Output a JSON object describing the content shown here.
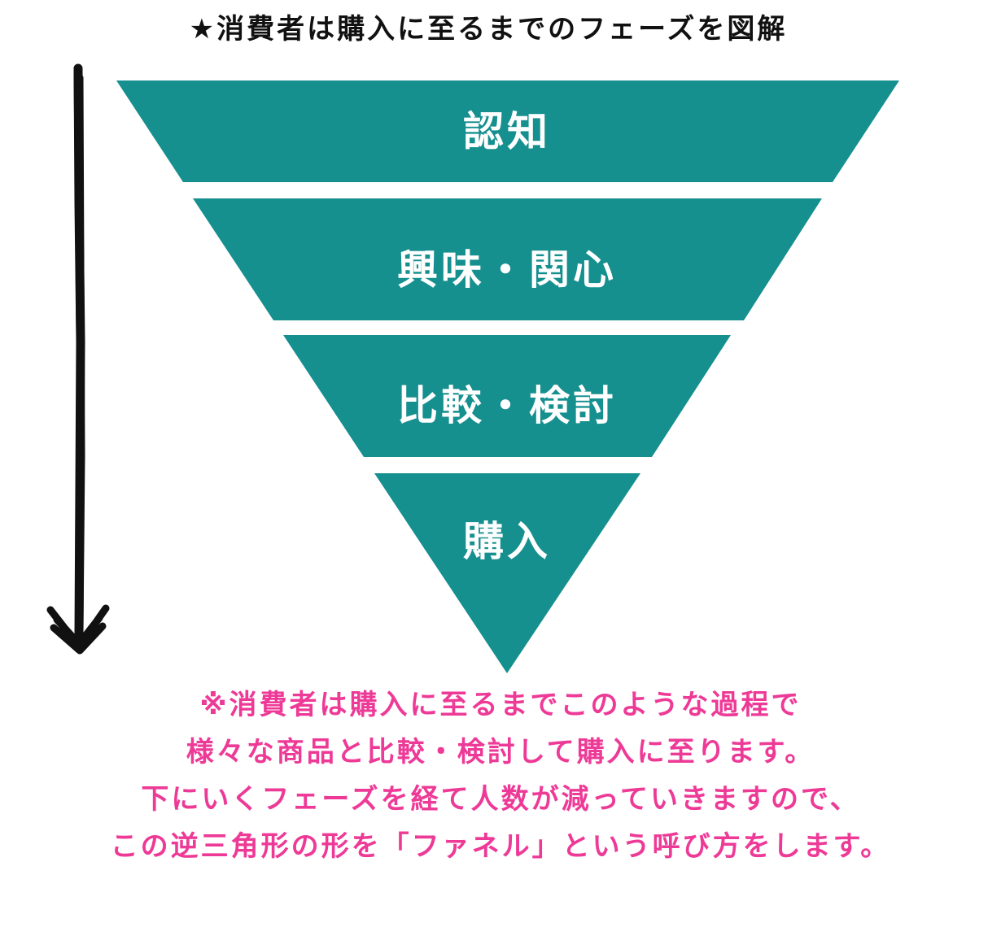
{
  "title": "★消費者は購入に至るまでのフェーズを図解",
  "colors": {
    "funnel": "#168f8f",
    "label": "#ffffff",
    "arrow": "#111111",
    "note": "#ee3a97"
  },
  "stages": [
    {
      "label": "認知"
    },
    {
      "label": "興味・関心"
    },
    {
      "label": "比較・検討"
    },
    {
      "label": "購入"
    }
  ],
  "note_lines": [
    "※消費者は購入に至るまでこのような過程で",
    "様々な商品と比較・検討して購入に至ります。",
    "下にいくフェーズを経て人数が減っていきますので、",
    "この逆三角形の形を「ファネル」という呼び方をします。"
  ]
}
